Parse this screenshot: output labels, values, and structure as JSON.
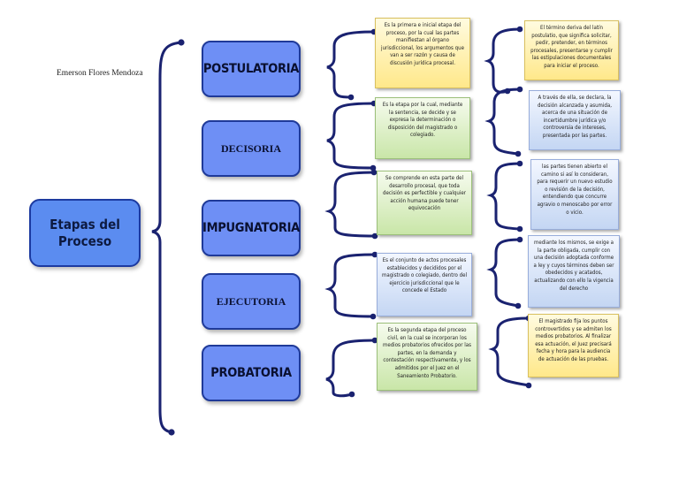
{
  "author": "Emerson Flores Mendoza",
  "root": {
    "label": "Etapas del Proceso"
  },
  "stages": [
    {
      "label": "POSTULATORIA",
      "description": "Es la primera e inicial etapa del proceso, por la cual las partes manifiestan al órgano jurisdiccional, los argumentos que van a ser razón y causa de discusión jurídica procesal.",
      "detail": "El término deriva del latín postulatio, que significa solicitar, pedir, pretender, en términos procesales, presentarse y cumplir las estipulaciones documentales para iniciar el proceso."
    },
    {
      "label": "DECISORIA",
      "description": "Es la etapa por la cual, mediante la sentencia, se decide y se expresa la determinación o disposición del magistrado o colegiado.",
      "detail": "A través de ella, se declara, la decisión alcanzada y asumida, acerca de una situación de incertidumbre jurídica y/o controversia de intereses, presentada por las partes."
    },
    {
      "label": "IMPUGNATORIA",
      "description": "Se comprende en esta parte del desarrollo procesal, que toda decisión es perfectible y cualquier acción humana puede tener equivocación",
      "detail": "las partes tienen abierto el camino si así lo consideran, para requerir un nuevo estudio o revisión de la decisión, entendiendo que concurre agravio o menoscabo por error o vicio."
    },
    {
      "label": "EJECUTORIA",
      "description": "Es el conjunto de actos procesales establecidos y decididos por el magistrado o colegiado, dentro del ejercicio jurisdiccional que le concede el Estado",
      "detail": "mediante los mismos, se exige a la parte obligada, cumplir con una decisión adoptada conforme a ley y cuyos términos deben ser obedecidos y acatados, actualizando con ello la vigencia del derecho"
    },
    {
      "label": "PROBATORIA",
      "description": "Es la segunda etapa del proceso civil, en la cual se incorporan los medios probatorios ofrecidos por las partes, en la demanda y contestación respectivamente, y los admitidos por el Juez en el Saneamiento Probatorio.",
      "detail": "El magistrado fija los puntos controvertidos y se admiten los medios probatorios. Al finalizar esa actuación, el Juez precisará fecha y hora para la audiencia de actuación de las pruebas."
    }
  ]
}
